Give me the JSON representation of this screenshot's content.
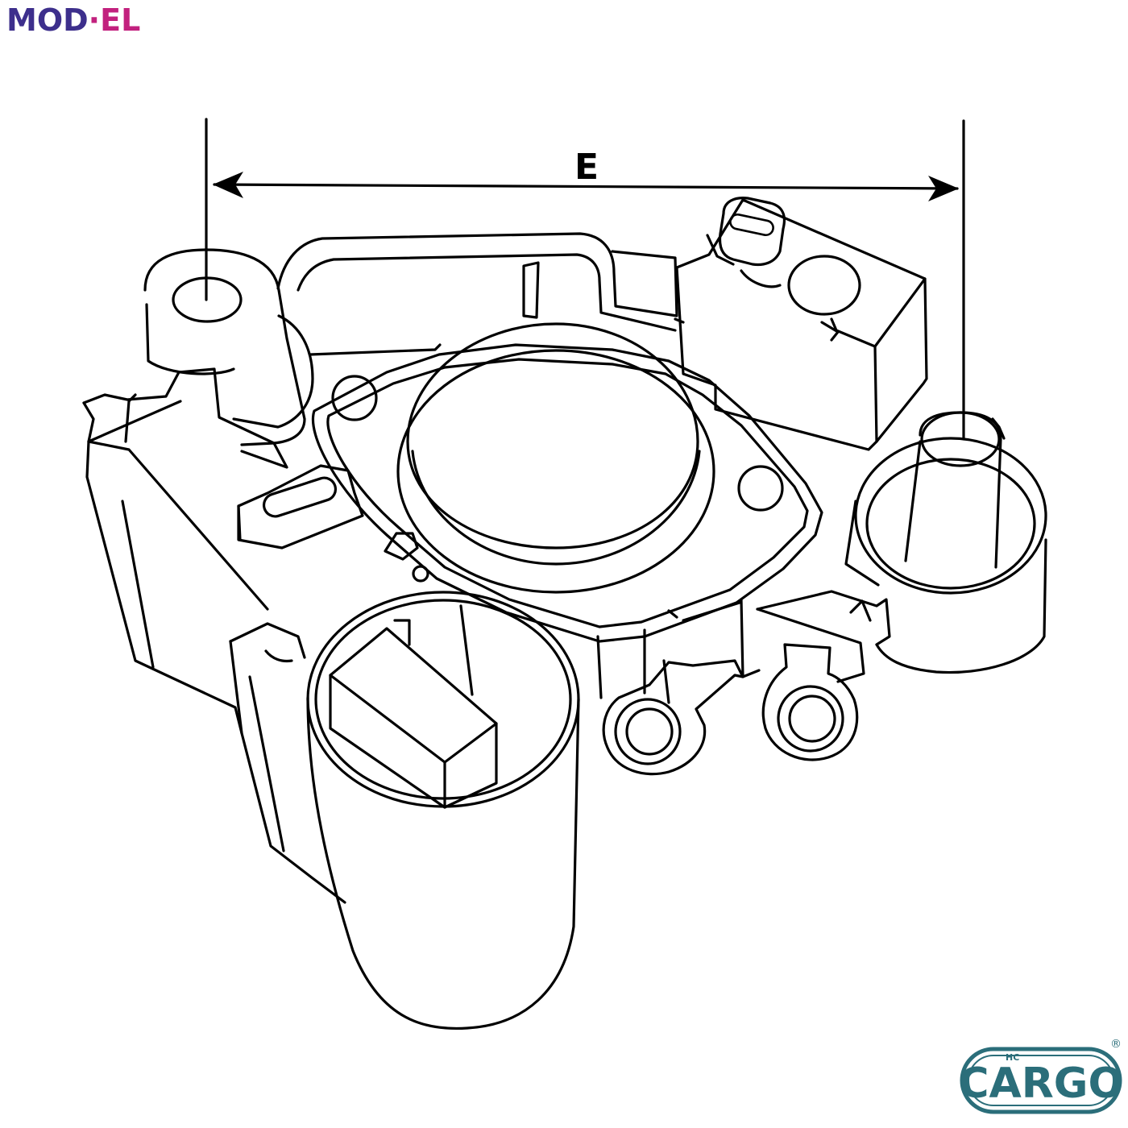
{
  "brand_top": {
    "part_a": "MOD",
    "dot": "·",
    "part_b": "EL",
    "color_a": "#3d2f8c",
    "color_b": "#c2217e"
  },
  "dimension": {
    "label": "E"
  },
  "brand_bottom": {
    "name": "CARGO",
    "prefix": "HC",
    "registered": "®",
    "color": "#2b6e7a"
  }
}
